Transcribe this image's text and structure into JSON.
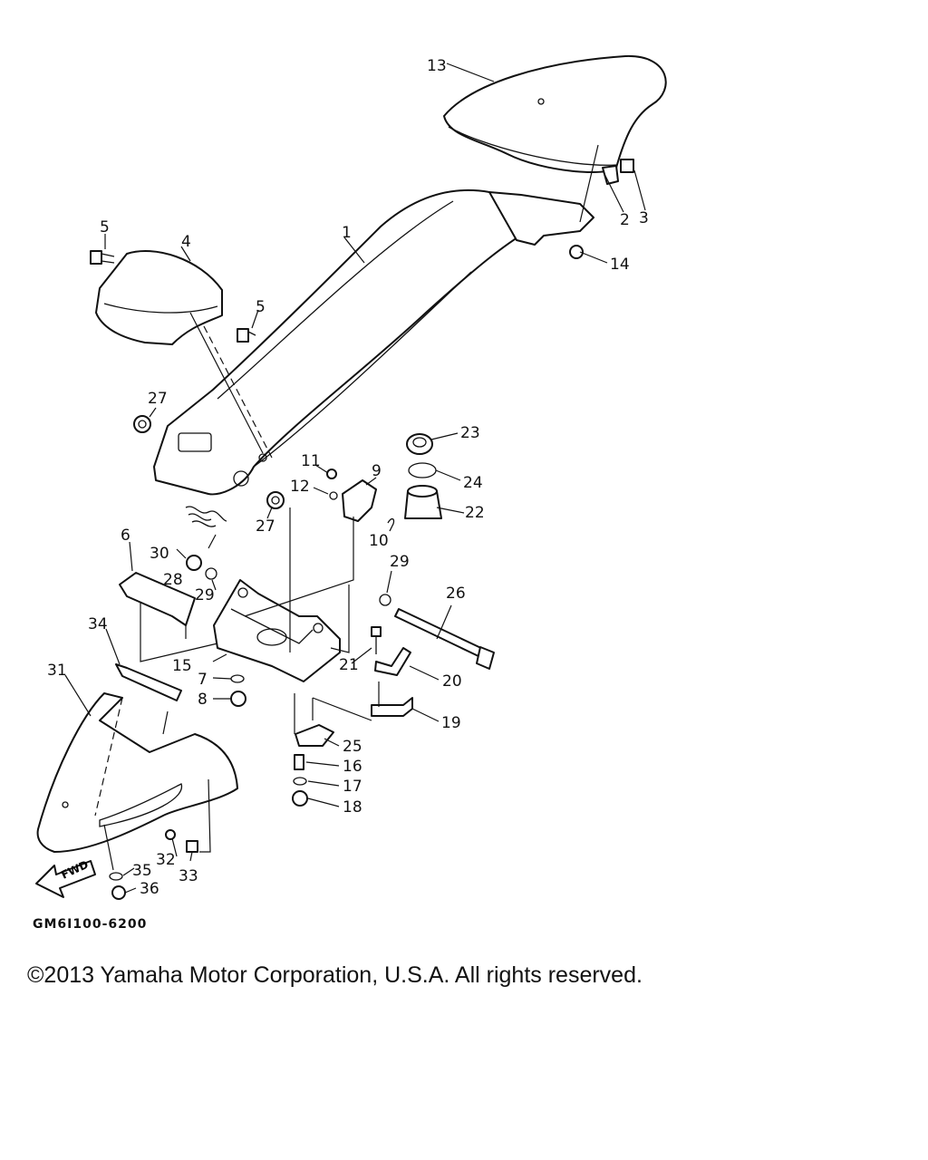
{
  "diagram": {
    "code": "GM6I100-6200",
    "fwd_label": "FWD",
    "callouts": [
      "1",
      "2",
      "3",
      "4",
      "5",
      "5",
      "6",
      "7",
      "8",
      "9",
      "10",
      "11",
      "12",
      "13",
      "14",
      "15",
      "16",
      "17",
      "18",
      "19",
      "20",
      "21",
      "22",
      "23",
      "24",
      "25",
      "26",
      "27",
      "27",
      "28",
      "29",
      "29",
      "30",
      "31",
      "32",
      "33",
      "34",
      "35",
      "36"
    ]
  },
  "footer": {
    "copyright": "©2013 Yamaha Motor Corporation, U.S.A. All rights reserved."
  }
}
